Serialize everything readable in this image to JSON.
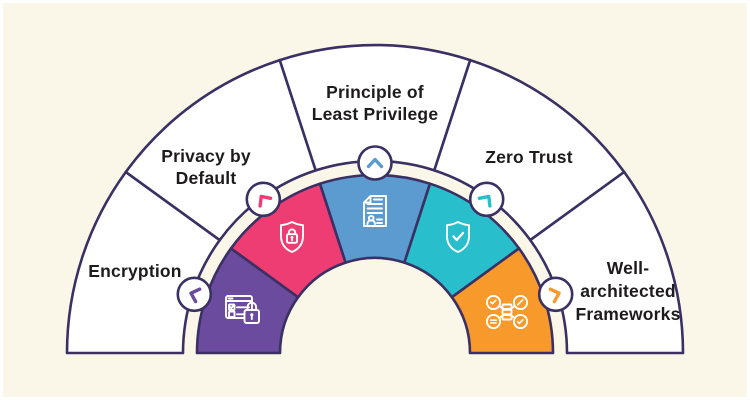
{
  "title": "Security design principles arch diagram",
  "colors": {
    "background": "#FAF7E8",
    "outline": "#3A3063",
    "ring_fill": "#FFFFFF",
    "label_text": "#1D1B1C",
    "icon_stroke": "#FFFFFF"
  },
  "segments": [
    {
      "id": "encryption",
      "label": "Encryption",
      "label_lines": [
        "Encryption"
      ],
      "color": "#6A4B9D",
      "icon": "browser-lock-icon",
      "marker": "chevron-left-icon"
    },
    {
      "id": "privacy-by-default",
      "label": "Privacy by Default",
      "label_lines": [
        "Privacy by",
        "Default"
      ],
      "color": "#EE3D72",
      "icon": "shield-lock-icon",
      "marker": "chevron-up-left-icon"
    },
    {
      "id": "principle-of-least-privilege",
      "label": "Principle of Least Privilege",
      "label_lines": [
        "Principle of",
        "Least Privilege"
      ],
      "color": "#5B9BD0",
      "icon": "document-user-icon",
      "marker": "chevron-up-icon"
    },
    {
      "id": "zero-trust",
      "label": "Zero Trust",
      "label_lines": [
        "Zero Trust"
      ],
      "color": "#28BECB",
      "icon": "shield-check-icon",
      "marker": "chevron-up-right-icon"
    },
    {
      "id": "well-architected-frameworks",
      "label": "Well-architected Frameworks",
      "label_lines": [
        "Well-",
        "architected",
        "Frameworks"
      ],
      "color": "#F8992B",
      "icon": "framework-nodes-icon",
      "marker": "chevron-right-icon"
    }
  ]
}
